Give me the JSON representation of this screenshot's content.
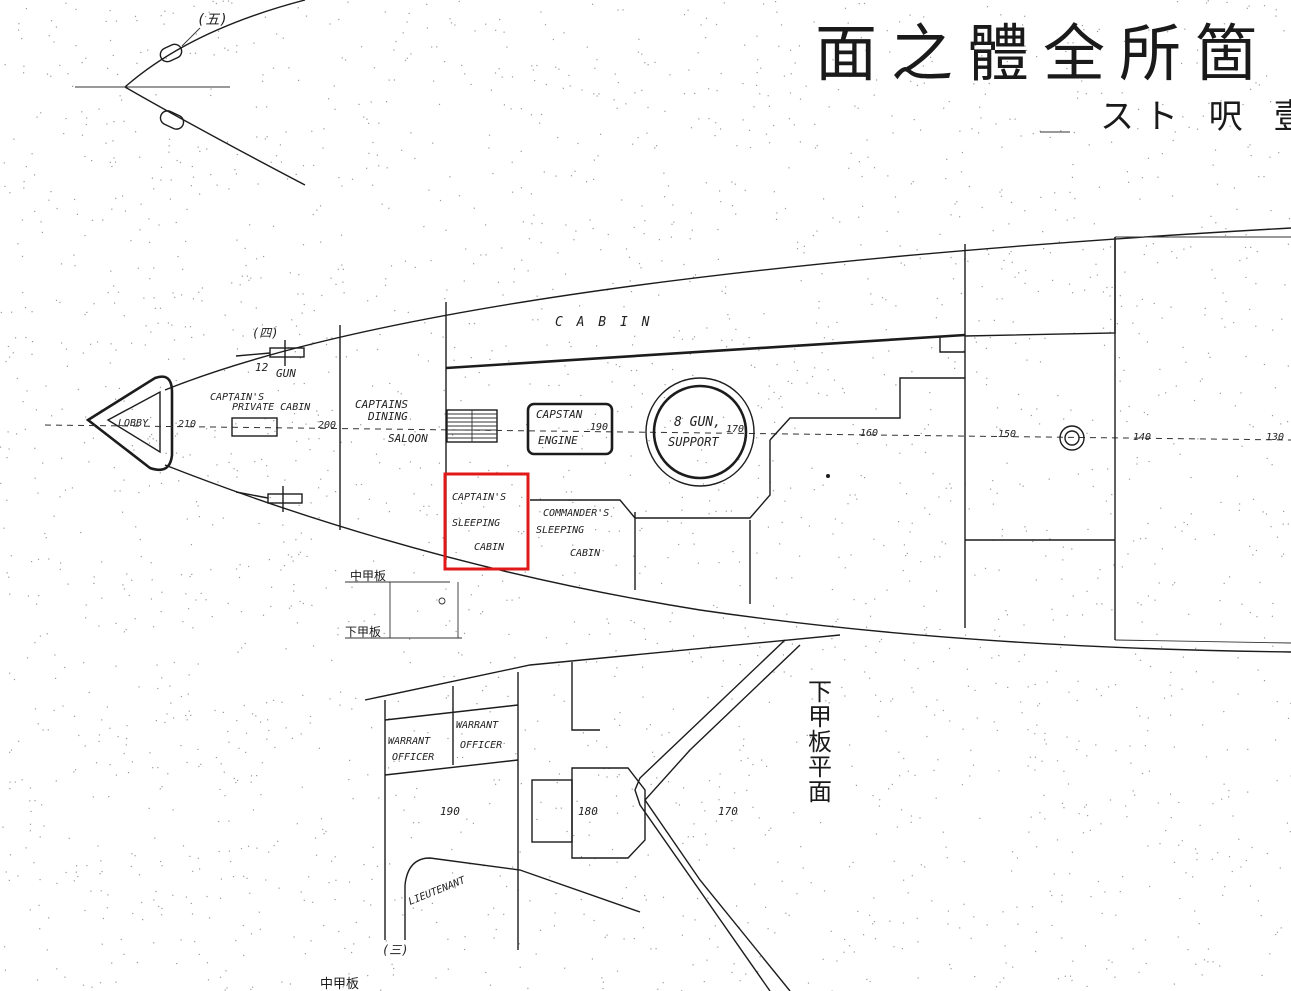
{
  "title": {
    "main": "面之體全所箇",
    "sub": "スト 呎 壹"
  },
  "labels": {
    "cabin": "C A B I N",
    "gun12": "12",
    "gun12_sub": "GUN",
    "roman5": "(五)",
    "roman4": "(四)",
    "roman3": "(三)",
    "lobby": "LOBBY",
    "private_cabin_1": "CAPTAIN'S",
    "private_cabin_2": "PRIVATE CABIN",
    "dining_1": "CAPTAINS",
    "dining_2": "DINING",
    "dining_3": "SALOON",
    "capstan_1": "CAPSTAN",
    "capstan_2": "ENGINE",
    "capstan_num": "190",
    "gun8_1": "8 GUN,",
    "gun8_2": "SUPPORT",
    "gun8_num": "170",
    "sleeping_1": "CAPTAIN'S",
    "sleeping_2": "SLEEPING",
    "sleeping_3": "CABIN",
    "commander_1": "COMMANDER'S",
    "commander_2": "SLEEPING",
    "commander_3": "CABIN",
    "warrant_a1": "WARRANT",
    "warrant_a2": "OFFICER",
    "warrant_b1": "WARRANT",
    "warrant_b2": "OFFICER",
    "lieutenant": "LIEUTENANT",
    "mid_deck_a": "中甲板",
    "low_deck_a": "下甲板",
    "mid_deck_b": "中甲板",
    "lower_deck_plan": "下甲板平面"
  },
  "stations": {
    "s210": "210",
    "s200": "200",
    "s160": "160",
    "s150": "150",
    "s140": "140",
    "s130": "130",
    "l190": "190",
    "l180": "180",
    "l170": "170"
  },
  "colors": {
    "ink": "#1c1c1c",
    "highlight": "#e01818",
    "paper": "#ffffff"
  }
}
